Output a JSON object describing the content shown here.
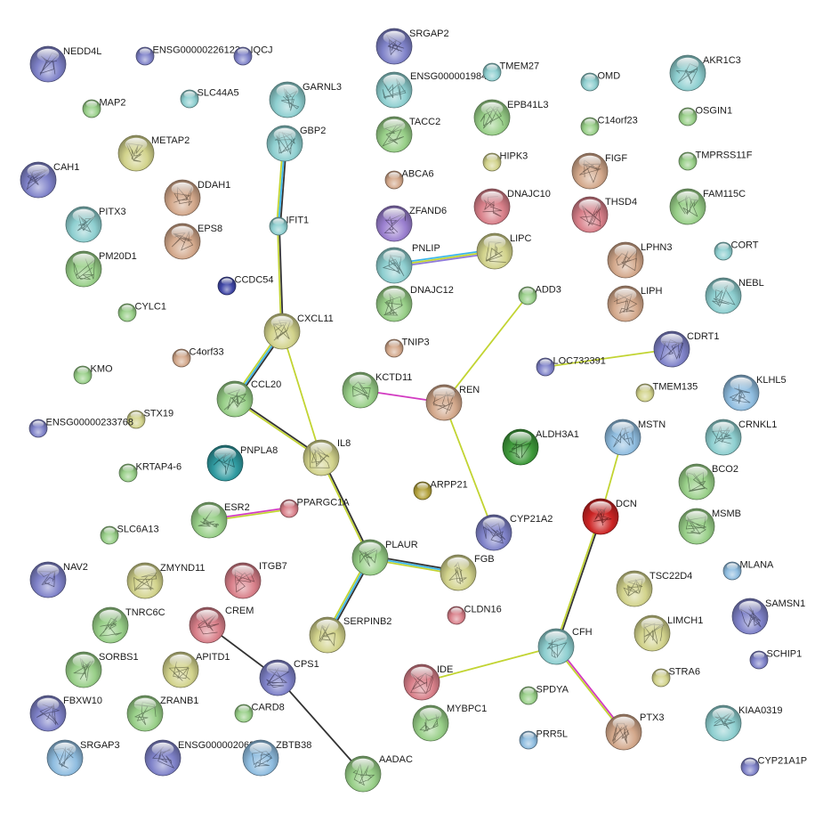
{
  "colors": {
    "blue_purple": "#7f82c9",
    "cyan": "#8ecfd0",
    "green": "#98cf88",
    "olive": "#d2d38c",
    "tan": "#d3a88b",
    "red": "#d9808a",
    "purple": "#9a7fcf",
    "navy": "#3f46a6",
    "teal": "#2f9aa0",
    "dark_green": "#3e9a3a",
    "dark_olive": "#b3a23c",
    "light_blue": "#8fbde0",
    "deep_red": "#cc2424",
    "edge_black": "#333333",
    "edge_yellow": "#c2d432",
    "edge_blue": "#3bb6e8",
    "edge_magenta": "#d23ac1",
    "edge_purple": "#8f7ad8"
  },
  "nodes": [
    {
      "id": "NEDD4L",
      "label": "NEDD4L",
      "color": "blue_purple"
    },
    {
      "id": "ENSG00000226123",
      "label": "ENSG00000226123",
      "color": "blue_purple"
    },
    {
      "id": "IQCJ",
      "label": "IQCJ",
      "color": "blue_purple"
    },
    {
      "id": "SRGAP2",
      "label": "SRGAP2",
      "color": "blue_purple"
    },
    {
      "id": "ENSG00000198457",
      "label": "ENSG00000198457",
      "color": "cyan"
    },
    {
      "id": "TMEM27",
      "label": "TMEM27",
      "color": "cyan"
    },
    {
      "id": "OMD",
      "label": "OMD",
      "color": "cyan"
    },
    {
      "id": "AKR1C3",
      "label": "AKR1C3",
      "color": "cyan"
    },
    {
      "id": "MAP2",
      "label": "MAP2",
      "color": "green"
    },
    {
      "id": "SLC44A5",
      "label": "SLC44A5",
      "color": "cyan"
    },
    {
      "id": "GARNL3",
      "label": "GARNL3",
      "color": "cyan"
    },
    {
      "id": "EPB41L3",
      "label": "EPB41L3",
      "color": "green"
    },
    {
      "id": "C14orf23",
      "label": "C14orf23",
      "color": "green"
    },
    {
      "id": "OSGIN1",
      "label": "OSGIN1",
      "color": "green"
    },
    {
      "id": "TACC2",
      "label": "TACC2",
      "color": "green"
    },
    {
      "id": "GBP2",
      "label": "GBP2",
      "color": "cyan"
    },
    {
      "id": "METAP2",
      "label": "METAP2",
      "color": "olive"
    },
    {
      "id": "HIPK3",
      "label": "HIPK3",
      "color": "olive"
    },
    {
      "id": "FIGF",
      "label": "FIGF",
      "color": "tan"
    },
    {
      "id": "TMPRSS11F",
      "label": "TMPRSS11F",
      "color": "green"
    },
    {
      "id": "CAH1",
      "label": "CAH1",
      "color": "blue_purple"
    },
    {
      "id": "ABCA6",
      "label": "ABCA6",
      "color": "tan"
    },
    {
      "id": "DDAH1",
      "label": "DDAH1",
      "color": "tan"
    },
    {
      "id": "DNAJC10",
      "label": "DNAJC10",
      "color": "red"
    },
    {
      "id": "THSD4",
      "label": "THSD4",
      "color": "red"
    },
    {
      "id": "FAM115C",
      "label": "FAM115C",
      "color": "green"
    },
    {
      "id": "PITX3",
      "label": "PITX3",
      "color": "cyan"
    },
    {
      "id": "ZFAND6",
      "label": "ZFAND6",
      "color": "purple"
    },
    {
      "id": "IFIT1",
      "label": "IFIT1",
      "color": "cyan"
    },
    {
      "id": "EPS8",
      "label": "EPS8",
      "color": "tan"
    },
    {
      "id": "LIPC",
      "label": "LIPC",
      "color": "olive"
    },
    {
      "id": "CORT",
      "label": "CORT",
      "color": "cyan"
    },
    {
      "id": "LPHN3",
      "label": "LPHN3",
      "color": "tan"
    },
    {
      "id": "PNLIP",
      "label": "PNLIP",
      "color": "cyan"
    },
    {
      "id": "PM20D1",
      "label": "PM20D1",
      "color": "green"
    },
    {
      "id": "NEBL",
      "label": "NEBL",
      "color": "cyan"
    },
    {
      "id": "CCDC54",
      "label": "CCDC54",
      "color": "navy"
    },
    {
      "id": "ADD3",
      "label": "ADD3",
      "color": "green"
    },
    {
      "id": "DNAJC12",
      "label": "DNAJC12",
      "color": "green"
    },
    {
      "id": "LIPH",
      "label": "LIPH",
      "color": "tan"
    },
    {
      "id": "CYLC1",
      "label": "CYLC1",
      "color": "green"
    },
    {
      "id": "CXCL11",
      "label": "CXCL11",
      "color": "olive"
    },
    {
      "id": "CDRT1",
      "label": "CDRT1",
      "color": "blue_purple"
    },
    {
      "id": "TNIP3",
      "label": "TNIP3",
      "color": "tan"
    },
    {
      "id": "C4orf33",
      "label": "C4orf33",
      "color": "tan"
    },
    {
      "id": "LOC732391",
      "label": "LOC732391",
      "color": "blue_purple"
    },
    {
      "id": "KMO",
      "label": "KMO",
      "color": "green"
    },
    {
      "id": "KCTD11",
      "label": "KCTD11",
      "color": "green"
    },
    {
      "id": "KLHL5",
      "label": "KLHL5",
      "color": "light_blue"
    },
    {
      "id": "CCL20",
      "label": "CCL20",
      "color": "green"
    },
    {
      "id": "REN",
      "label": "REN",
      "color": "tan"
    },
    {
      "id": "TMEM135",
      "label": "TMEM135",
      "color": "olive"
    },
    {
      "id": "STX19",
      "label": "STX19",
      "color": "olive"
    },
    {
      "id": "ENSG00000233768",
      "label": "ENSG00000233768",
      "color": "blue_purple"
    },
    {
      "id": "MSTN",
      "label": "MSTN",
      "color": "light_blue"
    },
    {
      "id": "CRNKL1",
      "label": "CRNKL1",
      "color": "cyan"
    },
    {
      "id": "ALDH3A1",
      "label": "ALDH3A1",
      "color": "dark_green"
    },
    {
      "id": "IL8",
      "label": "IL8",
      "color": "olive"
    },
    {
      "id": "PNPLA8",
      "label": "PNPLA8",
      "color": "teal"
    },
    {
      "id": "BCO2",
      "label": "BCO2",
      "color": "green"
    },
    {
      "id": "KRTAP4-6",
      "label": "KRTAP4-6",
      "color": "green"
    },
    {
      "id": "ARPP21",
      "label": "ARPP21",
      "color": "dark_olive"
    },
    {
      "id": "DCN",
      "label": "DCN",
      "color": "deep_red"
    },
    {
      "id": "ESR2",
      "label": "ESR2",
      "color": "green"
    },
    {
      "id": "PPARGC1A",
      "label": "PPARGC1A",
      "color": "red"
    },
    {
      "id": "MSMB",
      "label": "MSMB",
      "color": "green"
    },
    {
      "id": "CYP21A2",
      "label": "CYP21A2",
      "color": "blue_purple"
    },
    {
      "id": "SLC6A13",
      "label": "SLC6A13",
      "color": "green"
    },
    {
      "id": "PLAUR",
      "label": "PLAUR",
      "color": "green"
    },
    {
      "id": "FGB",
      "label": "FGB",
      "color": "olive"
    },
    {
      "id": "MLANA",
      "label": "MLANA",
      "color": "light_blue"
    },
    {
      "id": "NAV2",
      "label": "NAV2",
      "color": "blue_purple"
    },
    {
      "id": "ZMYND11",
      "label": "ZMYND11",
      "color": "olive"
    },
    {
      "id": "ITGB7",
      "label": "ITGB7",
      "color": "red"
    },
    {
      "id": "TSC22D4",
      "label": "TSC22D4",
      "color": "olive"
    },
    {
      "id": "SAMSN1",
      "label": "SAMSN1",
      "color": "blue_purple"
    },
    {
      "id": "TNRC6C",
      "label": "TNRC6C",
      "color": "green"
    },
    {
      "id": "CREM",
      "label": "CREM",
      "color": "red"
    },
    {
      "id": "CLDN16",
      "label": "CLDN16",
      "color": "red"
    },
    {
      "id": "LIMCH1",
      "label": "LIMCH1",
      "color": "olive"
    },
    {
      "id": "SERPINB2",
      "label": "SERPINB2",
      "color": "olive"
    },
    {
      "id": "SORBS1",
      "label": "SORBS1",
      "color": "green"
    },
    {
      "id": "APITD1",
      "label": "APITD1",
      "color": "olive"
    },
    {
      "id": "CFH",
      "label": "CFH",
      "color": "cyan"
    },
    {
      "id": "SCHIP1",
      "label": "SCHIP1",
      "color": "blue_purple"
    },
    {
      "id": "CPS1",
      "label": "CPS1",
      "color": "blue_purple"
    },
    {
      "id": "IDE",
      "label": "IDE",
      "color": "red"
    },
    {
      "id": "STRA6",
      "label": "STRA6",
      "color": "olive"
    },
    {
      "id": "FBXW10",
      "label": "FBXW10",
      "color": "blue_purple"
    },
    {
      "id": "ZRANB1",
      "label": "ZRANB1",
      "color": "green"
    },
    {
      "id": "SPDYA",
      "label": "SPDYA",
      "color": "green"
    },
    {
      "id": "CARD8",
      "label": "CARD8",
      "color": "green"
    },
    {
      "id": "MYBPC1",
      "label": "MYBPC1",
      "color": "green"
    },
    {
      "id": "PTX3",
      "label": "PTX3",
      "color": "tan"
    },
    {
      "id": "KIAA0319",
      "label": "KIAA0319",
      "color": "cyan"
    },
    {
      "id": "PRR5L",
      "label": "PRR5L",
      "color": "light_blue"
    },
    {
      "id": "SRGAP3",
      "label": "SRGAP3",
      "color": "light_blue"
    },
    {
      "id": "ENSG00000206338",
      "label": "ENSG00000206338",
      "color": "blue_purple"
    },
    {
      "id": "ZBTB38",
      "label": "ZBTB38",
      "color": "light_blue"
    },
    {
      "id": "AADAC",
      "label": "AADAC",
      "color": "green"
    },
    {
      "id": "CYP21A1P",
      "label": "CYP21A1P",
      "color": "blue_purple"
    }
  ],
  "edges": [
    {
      "source": "GBP2",
      "target": "IFIT1",
      "colors": [
        "edge_black",
        "edge_blue",
        "edge_yellow"
      ]
    },
    {
      "source": "IFIT1",
      "target": "CXCL11",
      "colors": [
        "edge_black",
        "edge_yellow"
      ]
    },
    {
      "source": "CXCL11",
      "target": "CCL20",
      "colors": [
        "edge_black",
        "edge_blue",
        "edge_yellow"
      ]
    },
    {
      "source": "CXCL11",
      "target": "IL8",
      "colors": [
        "edge_yellow"
      ]
    },
    {
      "source": "CCL20",
      "target": "IL8",
      "colors": [
        "edge_black",
        "edge_yellow"
      ]
    },
    {
      "source": "IL8",
      "target": "PLAUR",
      "colors": [
        "edge_black",
        "edge_yellow"
      ]
    },
    {
      "source": "PLAUR",
      "target": "FGB",
      "colors": [
        "edge_black",
        "edge_blue",
        "edge_yellow"
      ]
    },
    {
      "source": "PLAUR",
      "target": "SERPINB2",
      "colors": [
        "edge_black",
        "edge_blue",
        "edge_yellow"
      ]
    },
    {
      "source": "ESR2",
      "target": "PPARGC1A",
      "colors": [
        "edge_magenta",
        "edge_yellow"
      ]
    },
    {
      "source": "PNLIP",
      "target": "LIPC",
      "colors": [
        "edge_blue",
        "edge_yellow",
        "edge_purple"
      ]
    },
    {
      "source": "KCTD11",
      "target": "REN",
      "colors": [
        "edge_magenta"
      ]
    },
    {
      "source": "REN",
      "target": "ADD3",
      "colors": [
        "edge_yellow"
      ]
    },
    {
      "source": "REN",
      "target": "CYP21A2",
      "colors": [
        "edge_yellow"
      ]
    },
    {
      "source": "LOC732391",
      "target": "CDRT1",
      "colors": [
        "edge_yellow"
      ]
    },
    {
      "source": "MSTN",
      "target": "DCN",
      "colors": [
        "edge_yellow"
      ]
    },
    {
      "source": "DCN",
      "target": "CFH",
      "colors": [
        "edge_black",
        "edge_yellow"
      ]
    },
    {
      "source": "IDE",
      "target": "CFH",
      "colors": [
        "edge_yellow"
      ]
    },
    {
      "source": "CFH",
      "target": "PTX3",
      "colors": [
        "edge_magenta",
        "edge_yellow"
      ]
    },
    {
      "source": "CREM",
      "target": "CPS1",
      "colors": [
        "edge_black"
      ]
    },
    {
      "source": "CPS1",
      "target": "AADAC",
      "colors": [
        "edge_black"
      ]
    }
  ]
}
